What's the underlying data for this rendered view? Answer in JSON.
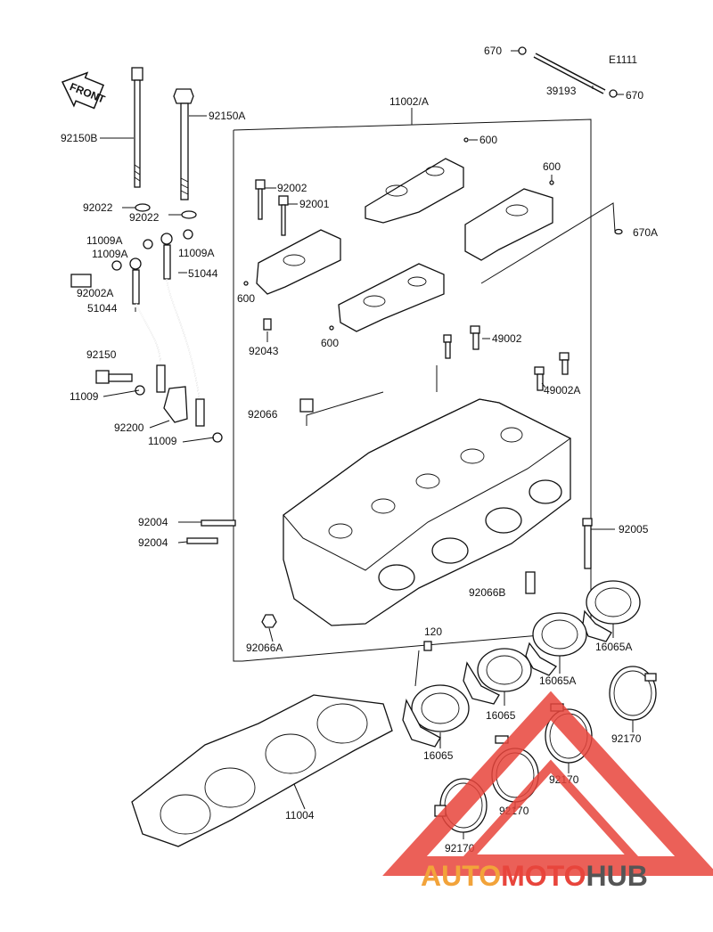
{
  "diagram": {
    "code": "E1111",
    "front_label": "FRONT",
    "labels": [
      {
        "id": "670-top",
        "text": "670"
      },
      {
        "id": "39193",
        "text": "39193"
      },
      {
        "id": "670-right",
        "text": "670"
      },
      {
        "id": "11002A",
        "text": "11002/A"
      },
      {
        "id": "600-a",
        "text": "600"
      },
      {
        "id": "600-b",
        "text": "600"
      },
      {
        "id": "670A",
        "text": "670A"
      },
      {
        "id": "92150A",
        "text": "92150A"
      },
      {
        "id": "92150B",
        "text": "92150B"
      },
      {
        "id": "92002",
        "text": "92002"
      },
      {
        "id": "92001",
        "text": "92001"
      },
      {
        "id": "92022-l",
        "text": "92022"
      },
      {
        "id": "92022-r",
        "text": "92022"
      },
      {
        "id": "11009A-1",
        "text": "11009A"
      },
      {
        "id": "11009A-2",
        "text": "11009A"
      },
      {
        "id": "11009A-3",
        "text": "11009A"
      },
      {
        "id": "51044-r",
        "text": "51044"
      },
      {
        "id": "92002A",
        "text": "92002A"
      },
      {
        "id": "51044-l",
        "text": "51044"
      },
      {
        "id": "600-c",
        "text": "600"
      },
      {
        "id": "600-d",
        "text": "600"
      },
      {
        "id": "92043",
        "text": "92043"
      },
      {
        "id": "49002",
        "text": "49002"
      },
      {
        "id": "49002A",
        "text": "49002A"
      },
      {
        "id": "92150",
        "text": "92150"
      },
      {
        "id": "11009-a",
        "text": "11009"
      },
      {
        "id": "92066",
        "text": "92066"
      },
      {
        "id": "92200",
        "text": "92200"
      },
      {
        "id": "11009-b",
        "text": "11009"
      },
      {
        "id": "92004-a",
        "text": "92004"
      },
      {
        "id": "92004-b",
        "text": "92004"
      },
      {
        "id": "92005",
        "text": "92005"
      },
      {
        "id": "92066B",
        "text": "92066B"
      },
      {
        "id": "16065A-1",
        "text": "16065A"
      },
      {
        "id": "120",
        "text": "120"
      },
      {
        "id": "92066A",
        "text": "92066A"
      },
      {
        "id": "16065A-2",
        "text": "16065A"
      },
      {
        "id": "16065-a",
        "text": "16065"
      },
      {
        "id": "92170-a",
        "text": "92170"
      },
      {
        "id": "16065-b",
        "text": "16065"
      },
      {
        "id": "92170-b",
        "text": "92170"
      },
      {
        "id": "92170-c",
        "text": "92170"
      },
      {
        "id": "11004",
        "text": "11004"
      },
      {
        "id": "92170-d",
        "text": "92170"
      }
    ]
  },
  "watermark": {
    "brand_text": "AUTOMOTOHUB",
    "color_auto": "#f2a33a",
    "color_moto": "#e8453c",
    "color_hub": "#555555"
  }
}
